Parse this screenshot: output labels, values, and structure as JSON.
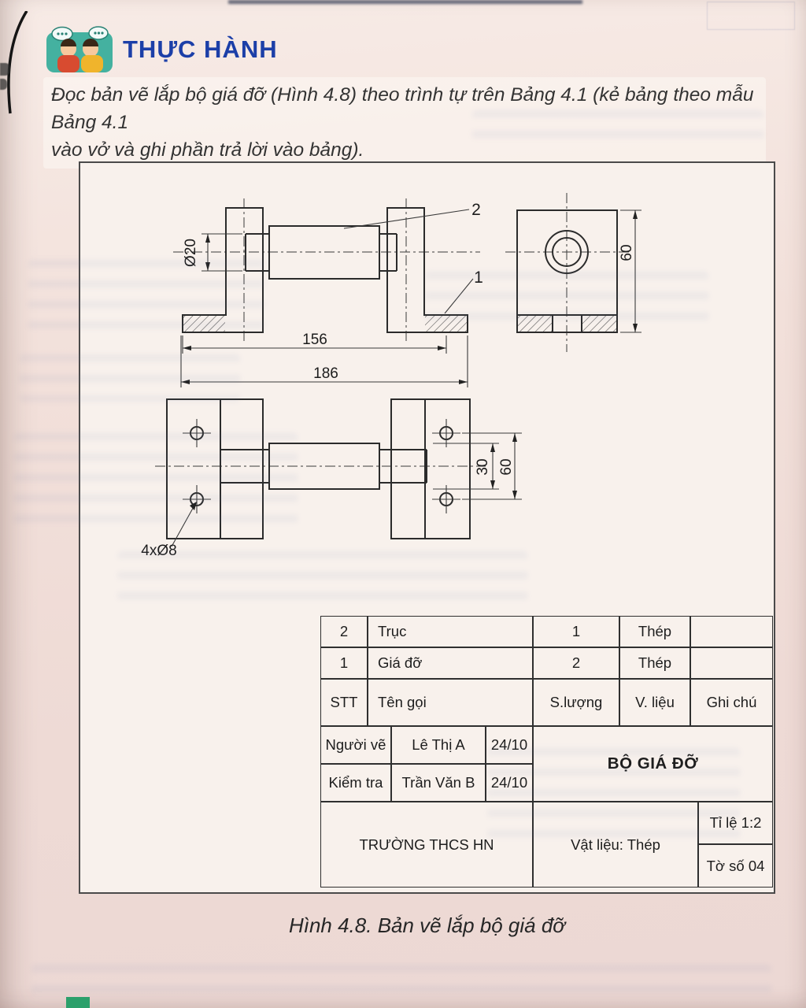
{
  "page": {
    "heading": "THỰC HÀNH",
    "instruction_line1": "Đọc bản vẽ lắp bộ giá đỡ (Hình 4.8) theo trình tự trên Bảng 4.1 (kẻ bảng theo mẫu Bảng 4.1",
    "instruction_line2": "vào vở và ghi phần trả lời vào bảng).",
    "caption": "Hình 4.8. Bản vẽ lắp bộ giá đỡ"
  },
  "drawing": {
    "dims": {
      "shaft_diameter": "Ø20",
      "length_inner": "156",
      "length_overall": "186",
      "shaft_width_top": "30",
      "height_side": "60",
      "hole_span": "60",
      "holes": "4xØ8"
    },
    "part_labels": {
      "shaft": "2",
      "bracket": "1"
    }
  },
  "title_block": {
    "parts": [
      {
        "stt": "2",
        "name": "Trục",
        "qty": "1",
        "material": "Thép",
        "note": ""
      },
      {
        "stt": "1",
        "name": "Giá đỡ",
        "qty": "2",
        "material": "Thép",
        "note": ""
      }
    ],
    "header": {
      "stt": "STT",
      "name": "Tên gọi",
      "qty": "S.lượng",
      "material": "V. liệu",
      "note": "Ghi chú"
    },
    "drawn_label": "Người vẽ",
    "drawn_name": "Lê Thị A",
    "drawn_date": "24/10",
    "checked_label": "Kiểm tra",
    "checked_name": "Trần Văn B",
    "checked_date": "24/10",
    "assembly_name": "BỘ GIÁ ĐỠ",
    "school": "TRƯỜNG THCS HN",
    "material_label": "Vật liệu: Thép",
    "scale": "Tỉ lệ 1:2",
    "sheet": "Tờ số 04"
  }
}
